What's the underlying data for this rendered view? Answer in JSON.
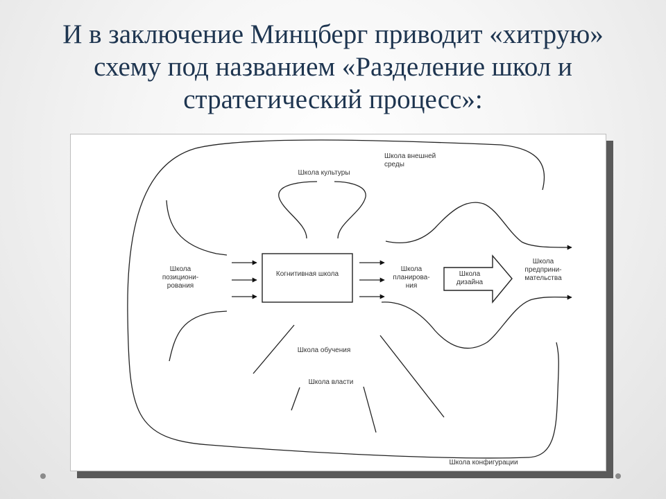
{
  "slide": {
    "title_lines": [
      "И в заключение Минцберг приводит «хитрую»",
      "схему под названием «Разделение школ и",
      "стратегический процесс»:"
    ]
  },
  "diagram": {
    "labels": {
      "external": "Школа внешней\nсреды",
      "culture": "Школа культуры",
      "cognitive": "Когнитивная школа",
      "positioning": "Школа\nпозициони-\nрования",
      "planning": "Школа\nпланирова-\nния",
      "design": "Школа\nдизайна",
      "entrepreneur": "Школа\nпредприни-\nмательства",
      "learning": "Школа обучения",
      "power": "Школа власти",
      "configuration": "Школа конфигурации"
    }
  }
}
